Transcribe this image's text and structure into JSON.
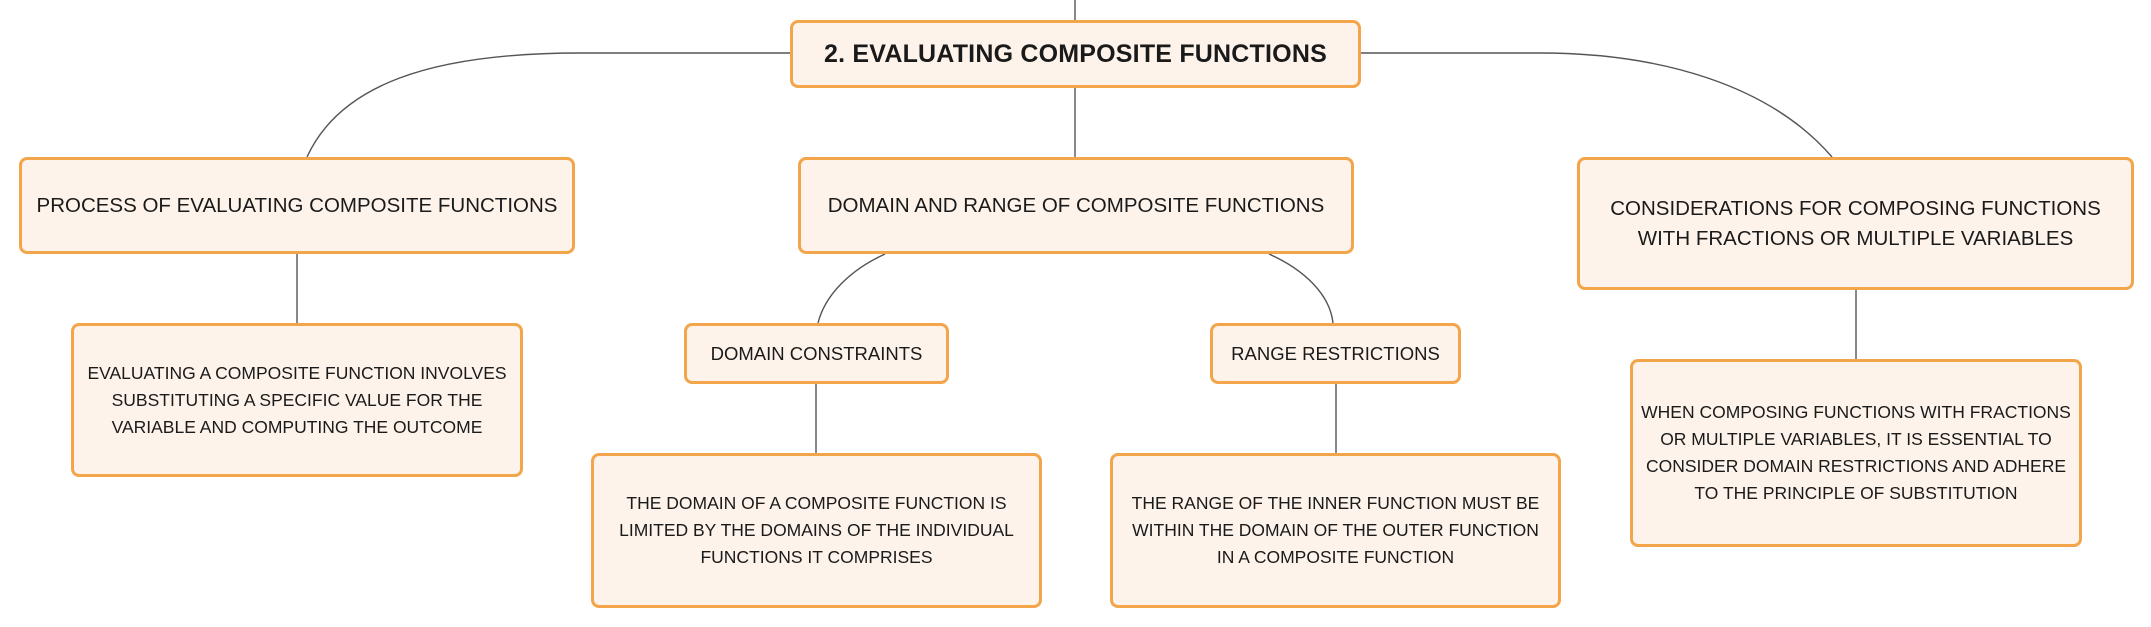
{
  "root": {
    "title": "2. EVALUATING COMPOSITE FUNCTIONS"
  },
  "branches": [
    {
      "title": "PROCESS OF EVALUATING COMPOSITE FUNCTIONS",
      "detail": "EVALUATING A COMPOSITE FUNCTION INVOLVES SUBSTITUTING A SPECIFIC VALUE FOR THE VARIABLE AND COMPUTING THE OUTCOME"
    },
    {
      "title": "DOMAIN AND RANGE OF COMPOSITE FUNCTIONS",
      "children": [
        {
          "title": "DOMAIN CONSTRAINTS",
          "detail": "THE DOMAIN OF A COMPOSITE FUNCTION IS LIMITED BY THE DOMAINS OF THE INDIVIDUAL FUNCTIONS IT COMPRISES"
        },
        {
          "title": "RANGE RESTRICTIONS",
          "detail": "THE RANGE OF THE INNER FUNCTION MUST BE WITHIN THE DOMAIN OF THE OUTER FUNCTION IN A COMPOSITE FUNCTION"
        }
      ]
    },
    {
      "title": "CONSIDERATIONS FOR COMPOSING FUNCTIONS WITH FRACTIONS OR MULTIPLE VARIABLES",
      "detail": "WHEN COMPOSING FUNCTIONS WITH FRACTIONS OR MULTIPLE VARIABLES, IT IS ESSENTIAL TO CONSIDER DOMAIN RESTRICTIONS AND ADHERE TO THE PRINCIPLE OF SUBSTITUTION"
    }
  ],
  "colors": {
    "node_fill": "#fdf3ea",
    "node_border": "#f3a54b",
    "connector": "#555555"
  }
}
